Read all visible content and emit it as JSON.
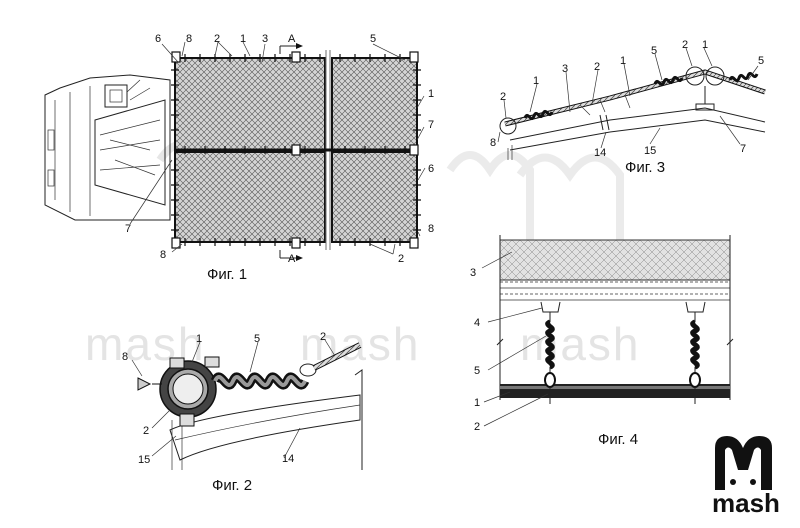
{
  "figures": {
    "fig1": {
      "caption": "Фиг. 1",
      "labels": [
        "6",
        "8",
        "2",
        "1",
        "3",
        "A",
        "5",
        "1",
        "7",
        "6",
        "8",
        "2",
        "A",
        "8",
        "7"
      ]
    },
    "fig2": {
      "caption": "Фиг. 2",
      "labels": [
        "8",
        "1",
        "5",
        "2",
        "2",
        "15",
        "14"
      ]
    },
    "fig3": {
      "caption": "Фиг. 3",
      "labels": [
        "1",
        "2",
        "3",
        "2",
        "1",
        "5",
        "2",
        "1",
        "5",
        "8",
        "14",
        "15",
        "7"
      ]
    },
    "fig4": {
      "caption": "Фиг. 4",
      "labels": [
        "3",
        "4",
        "5",
        "1",
        "2"
      ]
    }
  },
  "watermark": {
    "text": "mash",
    "logo_text": "mash"
  }
}
